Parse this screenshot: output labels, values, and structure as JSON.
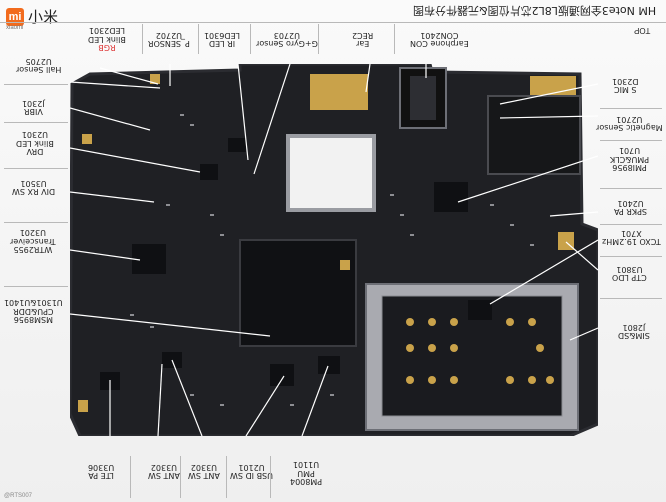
{
  "brand": {
    "logo": "mi",
    "name": "小米",
    "sub": "xiaomi"
  },
  "title": "HM Note3全网通版L8L2芯片位图&元器件分布图",
  "top_label": "TOP",
  "watermark": "@RTS007",
  "top_row": [
    {
      "id": "LED2301",
      "lines": [
        "Blink LED",
        "RGB"
      ]
    },
    {
      "id": "U2702",
      "lines": [
        "P_SENSOR"
      ]
    },
    {
      "id": "LED6301",
      "lines": [
        "IR LED"
      ]
    },
    {
      "id": "U2703",
      "lines": [
        "G+Gyro Sensor"
      ]
    },
    {
      "id": "REC2",
      "lines": [
        "Ear"
      ]
    },
    {
      "id": "CON2401",
      "lines": [
        "Earphone CON"
      ]
    }
  ],
  "left_col": [
    {
      "id": "U2705",
      "lines": [
        "Hall Sensor"
      ]
    },
    {
      "id": "J2301",
      "lines": [
        "VIBR"
      ]
    },
    {
      "id": "U2301",
      "lines": [
        "Blink LED",
        "DRV"
      ]
    },
    {
      "id": "U3501",
      "lines": [
        "DIV RX SW"
      ]
    },
    {
      "id": "U3201",
      "lines": [
        "Transceiver",
        "WTR2955"
      ]
    },
    {
      "id": "U1301&U1401",
      "lines": [
        "CPU&DDR",
        "MSM8956"
      ]
    }
  ],
  "right_col": [
    {
      "id": "D2301",
      "lines": [
        "S MIC"
      ]
    },
    {
      "id": "U2701",
      "lines": [
        "Magnetic Sensor"
      ]
    },
    {
      "id": "U701",
      "lines": [
        "PMU&CLK",
        "PMI8956"
      ]
    },
    {
      "id": "U2401",
      "lines": [
        "SPKR PA"
      ]
    },
    {
      "id": "X701",
      "lines": [
        "TCXO 19.2MHz"
      ]
    },
    {
      "id": "U3801",
      "lines": [
        "CTP LDO"
      ]
    },
    {
      "id": "J2801",
      "lines": [
        "SIM&SD"
      ]
    }
  ],
  "bottom_row": [
    {
      "id": "U3306",
      "lines": [
        "LTE PA"
      ]
    },
    {
      "id": "U3302",
      "lines": [
        "ANT SW"
      ]
    },
    {
      "id": "U3302",
      "lines": [
        "ANT SW"
      ]
    },
    {
      "id": "U2101",
      "lines": [
        "USB ID SW"
      ]
    },
    {
      "id": "U1101",
      "lines": [
        "PMU",
        "PM8004"
      ]
    }
  ],
  "colors": {
    "pcb": "#1f2024",
    "pcb_edge": "#2b2c31",
    "gold": "#c9a24a",
    "shield": "#a9aab0",
    "shield_dark": "#6d6f76",
    "ic": "#0f1013",
    "label": "#222222"
  }
}
